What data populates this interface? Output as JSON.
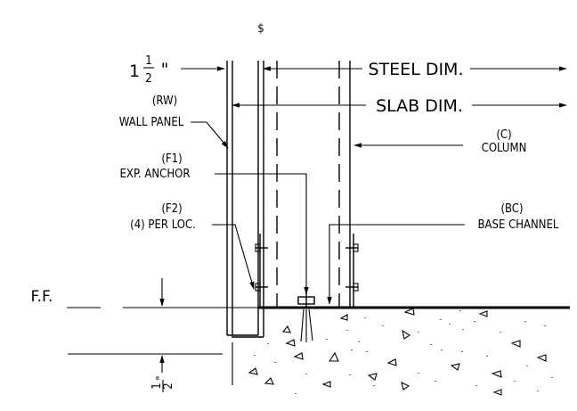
{
  "centerline_symbol": "$",
  "dimensions": {
    "steel_dim": "STEEL DIM.",
    "slab_dim": "SLAB DIM.",
    "offset_top_whole": "1",
    "offset_top_num": "1",
    "offset_top_den": "2",
    "offset_top_inch": "\"",
    "offset_bottom_num": "1",
    "offset_bottom_den": "2",
    "offset_bottom_inch": "\""
  },
  "callouts": {
    "wall_panel_code": "(RW)",
    "wall_panel": "WALL PANEL",
    "column_code": "(C)",
    "column": "COLUMN",
    "exp_anchor_code": "(F1)",
    "exp_anchor": "EXP. ANCHOR",
    "per_loc_code": "(F2)",
    "per_loc": "(4) PER LOC.",
    "base_channel_code": "(BC)",
    "base_channel": "BASE CHANNEL"
  },
  "floor_label": "F.F."
}
